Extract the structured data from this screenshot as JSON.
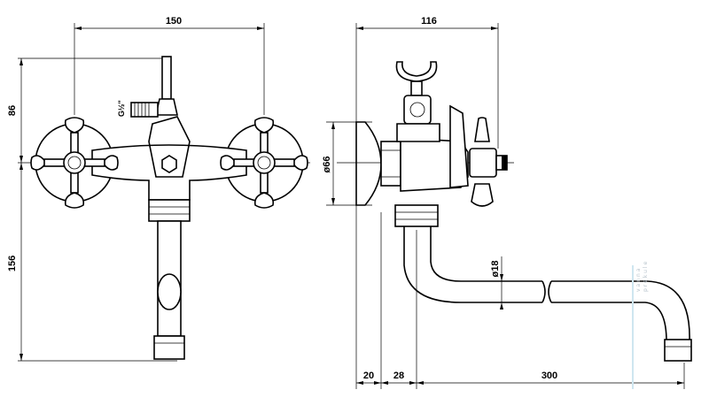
{
  "dimensions": {
    "width_total": "150",
    "height_upper": "86",
    "height_lower": "156",
    "side_width": "116",
    "flange_dia": "ø66",
    "spout_dia": "ø18",
    "offset_a": "20",
    "offset_b": "28",
    "spout_length": "300"
  },
  "thread_label": "G½\"",
  "watermark": [
    "vanna",
    "prekule"
  ]
}
